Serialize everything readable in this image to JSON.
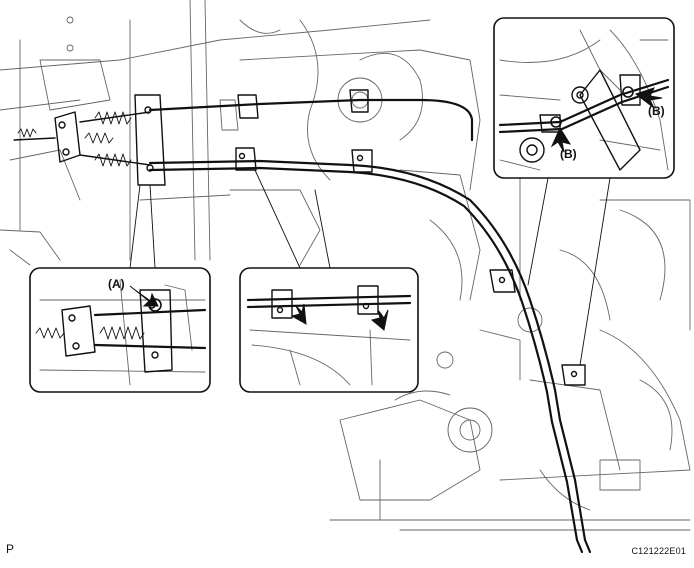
{
  "callouts": {
    "a": "(A)",
    "b_upper": "(B)",
    "b_lower": "(B)"
  },
  "page_letter": "P",
  "figure_code": "C121222E01",
  "icons": [
    "arrow-icon",
    "cable-clamp-icon",
    "spring-icon"
  ]
}
